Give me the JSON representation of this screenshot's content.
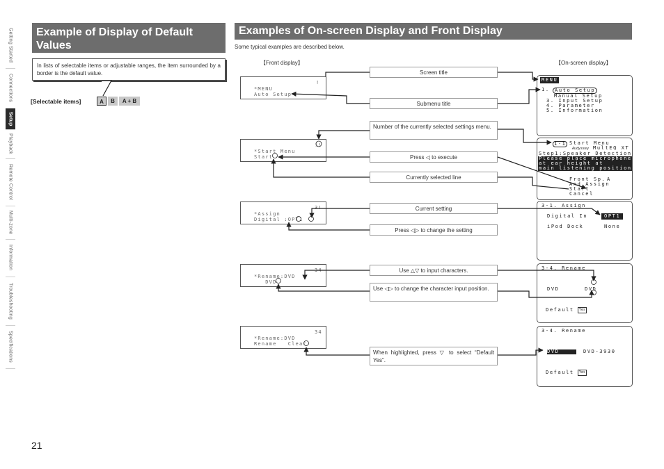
{
  "sidebar": {
    "tabs": [
      {
        "label": "Getting Started"
      },
      {
        "label": "Connections"
      },
      {
        "label": "Setup",
        "active": true
      },
      {
        "label": "Playback"
      },
      {
        "label": "Remote Control"
      },
      {
        "label": "Multi-zone"
      },
      {
        "label": "Information"
      },
      {
        "label": "Troubleshooting"
      },
      {
        "label": "Specifications"
      }
    ]
  },
  "left": {
    "title": "Example of Display of Default Values",
    "note": "In lists of selectable items or adjustable ranges, the item surrounded by a border is the default value.",
    "selectable_label": "[Selectable items]",
    "items": [
      "A",
      "B",
      "A + B"
    ]
  },
  "right": {
    "title": "Examples of On-screen Display and Front Display",
    "subtitle": "Some typical examples are described below.",
    "front_label": "【Front display】",
    "onscreen_label": "【On-screen display】"
  },
  "callouts": {
    "screen_title": "Screen title",
    "submenu_title": "Submenu title",
    "settings_number": "Number of the currently selected settings menu.",
    "press_execute": "Press ◁ to execute",
    "selected_line": "Currently selected line",
    "current_setting": "Current setting",
    "press_change": "Press ◁▷ to change the setting",
    "use_updown": "Use △▽ to input characters.",
    "use_leftright": "Use ◁▷ to change the character input position.",
    "highlighted": "When highlighted, press ▽ to select “Default Yes”."
  },
  "front_displays": {
    "f1": {
      "line1": "*MENU",
      "line2": "Auto Setup",
      "num": "!"
    },
    "f2": {
      "line1": "*Start Menu",
      "line2": "Start",
      "num": "!!"
    },
    "f3": {
      "line1": "*Assign",
      "line2": "Digital :OPT1",
      "num": "3!"
    },
    "f4": {
      "line1": "*Rename:DVD",
      "line2": "   DVD      ",
      "num": "34"
    },
    "f5": {
      "line1": "*Rename:DVD",
      "line2": "Rename   Clear",
      "num": "34"
    }
  },
  "osd": {
    "o1": {
      "title": "MENU",
      "sel": "Auto Setup",
      "l2": "Manual Setup",
      "l3": "3. Input Setup",
      "l4": "4. Parameter",
      "l5": "5. Information",
      "num": "1."
    },
    "o2": {
      "head": "1-1",
      "title": "Start Menu",
      "brand": "Audyssey",
      "brand2": "MultEQ XT",
      "step": "Step1:Speaker Detection",
      "msg1": "Please place microphone",
      "msg2": "at ear height at",
      "msg3": "main listening position.",
      "front": "Front Sp.",
      "a_sym": "A",
      "assign": "And Assign",
      "start": "Start",
      "cancel": "Cancel"
    },
    "o3": {
      "title": "3-1. Assign",
      "digital": "Digital In",
      "digital_val": "OPT1",
      "ipod": "iPod Dock",
      "ipod_val": "None"
    },
    "o4": {
      "title": "3-4. Rename",
      "dvd": "DVD",
      "dvd_val": "DVD",
      "default": "Default",
      "yes": "Yes"
    },
    "o5": {
      "title": "3-4. Rename",
      "dvd": "DVD",
      "dvd_val": "DVD-3930",
      "default": "Default",
      "yes": "Yes"
    }
  },
  "page_number": "21"
}
